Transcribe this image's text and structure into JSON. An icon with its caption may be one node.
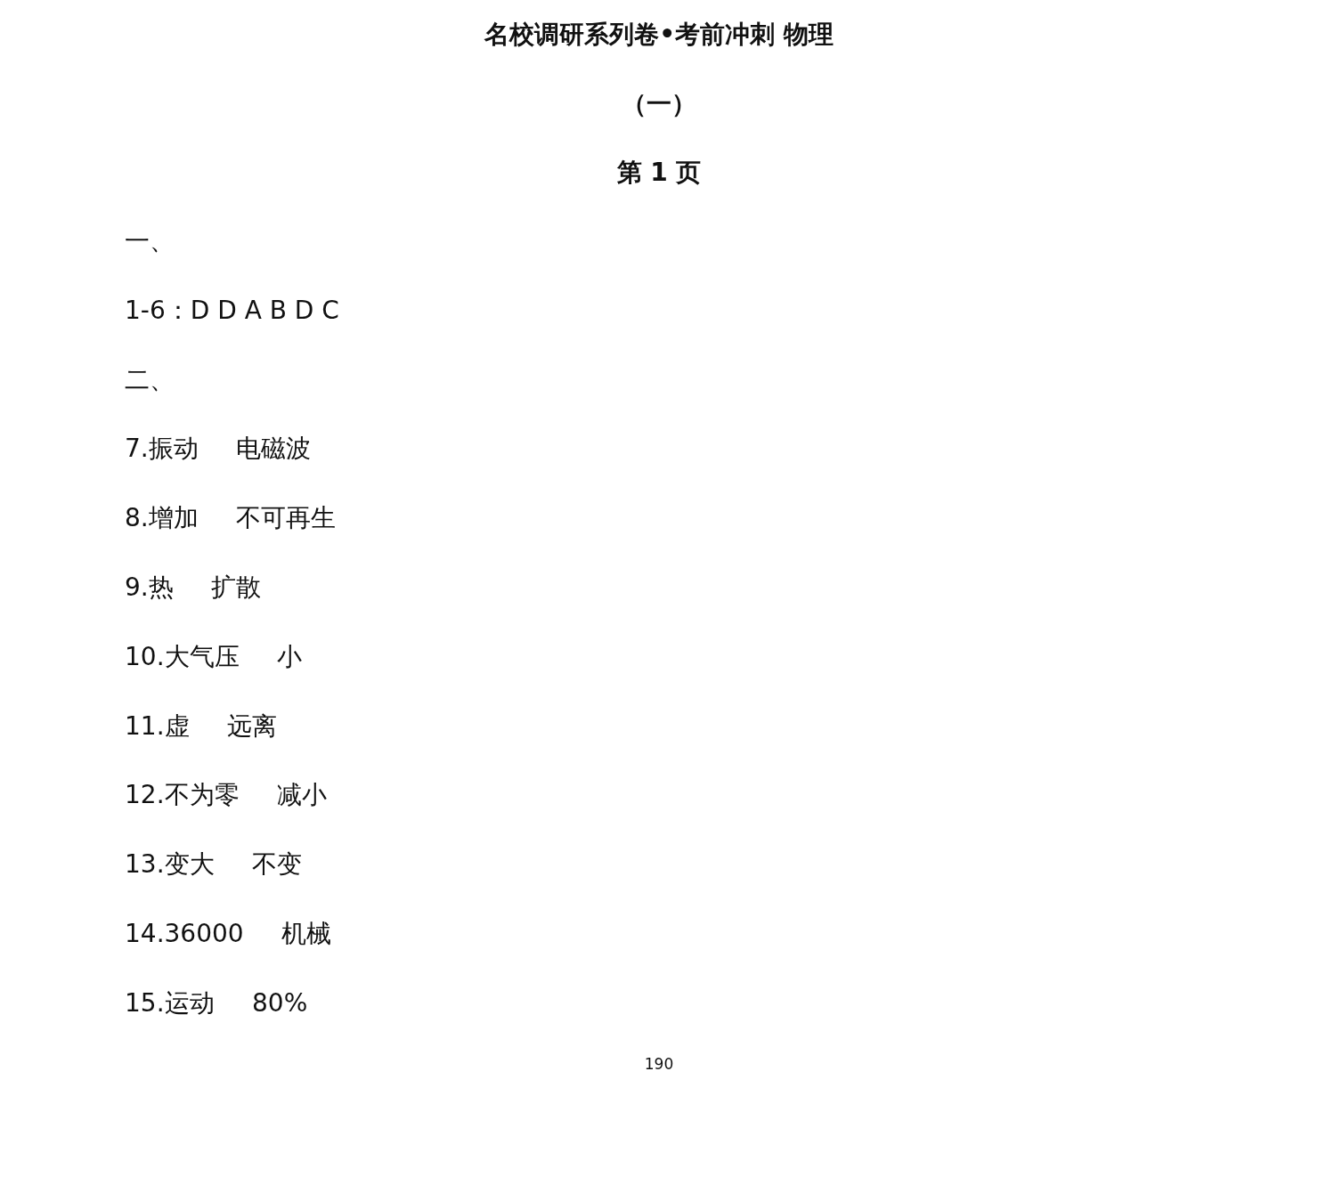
{
  "diagram": {
    "title": "名校调研系列卷•考前冲刺 物理",
    "labels": [
      "（一）",
      "第 1 页",
      "一、",
      "1-6：D D A B D C",
      "二、",
      "7.振动 电磁波",
      "8.增加 不可再生",
      "9.热 扩散",
      "10.大气压 小",
      "11.虚 远离",
      "12.不为零 减小",
      "13.变大 不变",
      "14.36000 机械",
      "15.运动 80%",
      "190"
    ]
  }
}
